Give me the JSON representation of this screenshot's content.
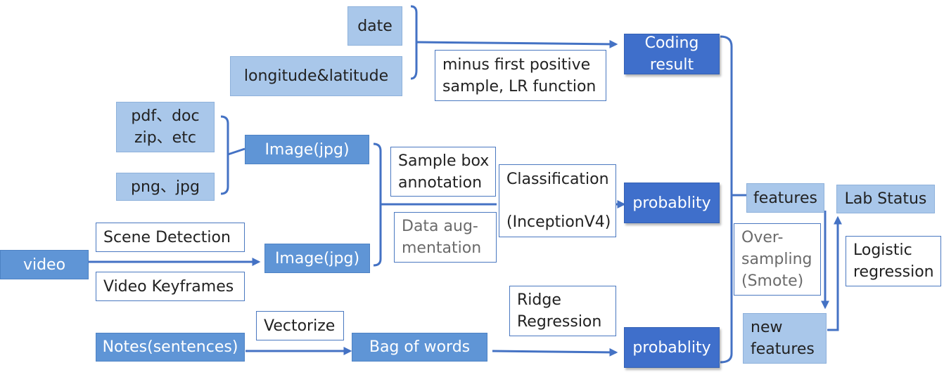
{
  "nodes": {
    "date": "date",
    "longlat": "longitude&latitude",
    "lr_note_1": "minus first positive",
    "lr_note_2": "sample, LR function",
    "coding_result_1": "Coding",
    "coding_result_2": "result",
    "pdf_doc_1": "pdf、doc",
    "pdf_doc_2": "zip、etc",
    "png_jpg": "png、jpg",
    "image_top": "Image(jpg)",
    "image_bottom": "Image(jpg)",
    "sample_box_1": "Sample box",
    "sample_box_2": "annotation",
    "data_aug_1": "Data aug-",
    "data_aug_2": "mentation",
    "classification_1": "Classification",
    "classification_2": "(InceptionV4)",
    "prob_top": "probablity",
    "prob_bottom": "probablity",
    "video": "video",
    "scene_detection": "Scene Detection",
    "video_keyframes": "Video Keyframes",
    "notes": "Notes(sentences)",
    "vectorize": "Vectorize",
    "bag_of_words": "Bag of words",
    "ridge_1": "Ridge",
    "ridge_2": "Regression",
    "features": "features",
    "oversampling_1": "Over-",
    "oversampling_2": "sampling",
    "oversampling_3": "(Smote)",
    "new_features_1": "new",
    "new_features_2": "features",
    "lab_status": "Lab Status",
    "logistic_1": "Logistic",
    "logistic_2": "regression"
  },
  "colors": {
    "light_fill": "#a9c7ea",
    "mid_fill": "#5f95d6",
    "dark_fill": "#3f6fcb",
    "line": "#4472c4",
    "outline": "#4a78c0"
  }
}
